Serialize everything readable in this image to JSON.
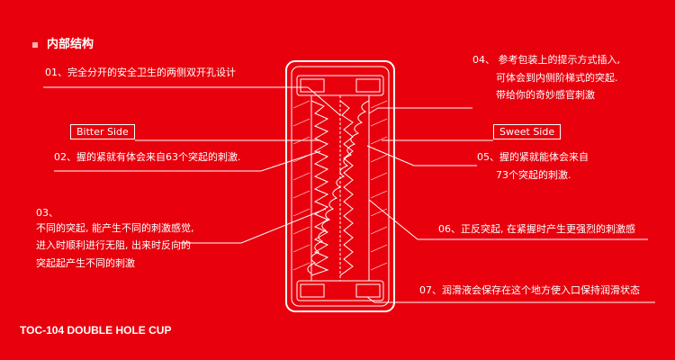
{
  "section_title": "内部结构",
  "labels": {
    "l01": "01、完全分开的安全卫生的两侧双开孔设计",
    "bitter": "Bitter Side",
    "l02": "02、握的紧就有体会来自63个突起的刺激.",
    "l03_1": "03、",
    "l03_2": "不同的突起, 能产生不同的刺激感觉,",
    "l03_3": "进入时顺利进行无阻, 出来时反向的",
    "l03_4": "突起起产生不同的刺激",
    "l04_1": "04、 参考包装上的提示方式插入,",
    "l04_2": "可体会到内侧阶梯式的突起.",
    "l04_3": "带给你的奇妙感官刺激",
    "sweet": "Sweet Side",
    "l05_1": "05、握的紧就能体会来自",
    "l05_2": "73个突起的刺激.",
    "l06": "06、正反突起, 在紧握时产生更强烈的刺激感",
    "l07": "07、润滑液会保存在这个地方使入口保持润滑状态"
  },
  "footer": "TOC-104  DOUBLE HOLE CUP"
}
